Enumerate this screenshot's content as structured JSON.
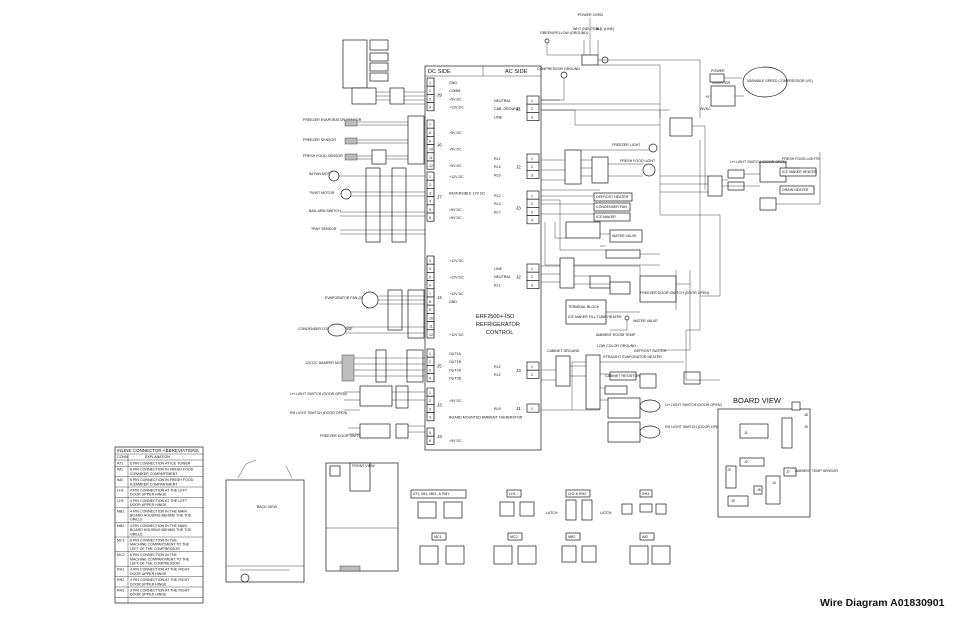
{
  "main_board": {
    "dc_side": "DC SIDE",
    "ac_side": "AC SIDE",
    "control_name": "ERF2500+-ISO",
    "control_sub": "REFRIGERATOR",
    "control_sub2": "CONTROL",
    "dc_pins": [
      {
        "header": "J9",
        "pins": [
          "1",
          "2",
          "3",
          "4"
        ],
        "labels": [
          "GND",
          "COMM",
          "+5V DC",
          "+12V DC"
        ]
      },
      {
        "header": "J6",
        "pins": [
          "7",
          "8",
          "9",
          "10",
          "11",
          "12"
        ],
        "labels": [
          "",
          "+5V DC",
          "",
          "+5V DC",
          "",
          "+5V DC"
        ]
      },
      {
        "header": "J7",
        "pins": [
          "1",
          "2",
          "3",
          "4",
          "5",
          "6"
        ],
        "labels": [
          "+12V DC",
          "",
          "REVERSIBLE 12V DC",
          "",
          "+5V DC",
          "+5V DC"
        ]
      },
      {
        "header": "J4",
        "pins": [
          "3",
          "4",
          "5",
          "6",
          "7",
          "8",
          "9",
          "10",
          "11",
          "12"
        ],
        "labels": [
          "+12V DC",
          "",
          "+12V DC",
          "",
          "+12V DC",
          "GND",
          "",
          "",
          "",
          "+12V DC"
        ]
      },
      {
        "header": "J5",
        "pins": [
          "1",
          "2",
          "3",
          "4"
        ],
        "labels": [
          "OUT1A",
          "OUT1B",
          "OUT2A",
          "OUT2B"
        ]
      },
      {
        "header": "J3",
        "pins": [
          "1",
          "2",
          "3",
          "4"
        ],
        "labels": [
          "",
          "+5V DC",
          "",
          "BOARD MOUNTED AMBIENT THERMISTOR"
        ]
      },
      {
        "header": "J3",
        "pins": [
          "5",
          "6"
        ],
        "labels": [
          "",
          "+5V DC"
        ]
      }
    ],
    "ac_pins": [
      {
        "header": "J1",
        "pins": [
          "1",
          "2",
          "3"
        ],
        "labels": [
          "NEUTRAL",
          "CAB. GROUND",
          "LINE"
        ]
      },
      {
        "header": "J2",
        "pins": [
          "1",
          "2",
          "3"
        ],
        "labels": [
          "RL1",
          "RL4",
          "RL6"
        ]
      },
      {
        "header": "J3",
        "pins": [
          "1",
          "2",
          "3",
          "4"
        ],
        "labels": [
          "RL2",
          "RL3",
          "RL7",
          ""
        ]
      },
      {
        "header": "J2",
        "pins": [
          "1",
          "2",
          "3"
        ],
        "labels": [
          "LINE",
          "NEUTRAL",
          "RL1"
        ]
      },
      {
        "header": "J3",
        "pins": [
          "1",
          "2"
        ],
        "labels": [
          "RL2",
          "RL2"
        ]
      },
      {
        "header": "J1",
        "pins": [
          "1"
        ],
        "labels": [
          "RL5"
        ]
      }
    ]
  },
  "sensors": {
    "freezer_evap": "FREEZER EVAPORATOR SENSOR",
    "freezer": "FREEZER SENSOR",
    "fresh_food": "FRESH FOOD SENSOR",
    "ice_fan": "IM FAN MOTOR",
    "twist_motor": "TWIST MOTOR",
    "bail_arm": "BAIL ARM SWITCH",
    "tray_sensor": "TRAY SENSOR",
    "evap_fan": "EVAPORATOR FAN (DC)",
    "cond_fan": "CONDENSER CONTROL SENSE",
    "damper": "12V DC DAMPER MOTOR",
    "lh_light": "LH LIGHT SWITCH (DOOR OPEN)",
    "rh_light": "RH LIGHT SWITCH (DOOR OPEN)",
    "freezer_door": "FREEZER DOOR SWITCH (DOOR OPEN)"
  },
  "top_area": {
    "power_cord": "POWER CORD",
    "wht": "WHT (NEUTRAL)",
    "blk": "BLK (LINE)",
    "ground": "GREEN/YELLOW (GROUND)",
    "compressor_ground": "COMPRESSOR GROUND",
    "variable_speed": "VARIABLE SPEED COMPRESSOR (VS)",
    "inverter": "INVERTER",
    "power": "POWER",
    "plus5v": "+5 V DC",
    "wvsc": "WVSC"
  },
  "ac_loads": [
    "FREEZER LIGHT",
    "FRESH FOOD LIGHT",
    "DEFROST HEATER",
    "CONDENSER FAN",
    "ICE MAKER",
    "WATER VALVE",
    "LH LIGHT SWITCH (DOOR OPEN)",
    "FRESH FOOD LIGHTS",
    "ICE MAKER HEATER",
    "DRAIN HEATER",
    "FREEZER DOOR SWITCH (DOOR OPEN)",
    "TERMINAL BLOCK",
    "ICE MAKER FILL TUBE HEATER",
    "AMBIENT ROOM TEMP",
    "LOW COLOR GROUND",
    "WATER VALVE",
    "CABINET GROUND",
    "STRAIGHT EVAPORATOR HEATER",
    "DEFROST SWITCH",
    "CABINET RESISTOR",
    "LH LIGHT SWITCH (DOOR OPEN)",
    "RH LIGHT SWITCH (DOOR OPEN)"
  ],
  "board_view": {
    "title": "BOARD VIEW",
    "labels": [
      "J1",
      "J2",
      "J3",
      "J4",
      "J5",
      "J6",
      "J7",
      "J8",
      "J9",
      "AMBIENT TEMP SENSOR"
    ]
  },
  "connector_table": {
    "title": "INLINE CONNECTOR ABBREVIATIONS",
    "header": [
      "CONN.",
      "EXPLANATION"
    ],
    "rows": [
      [
        "AT1",
        "6 PIN CONNECTION AT ICE TOWER"
      ],
      [
        "IM1",
        "6 PIN CONNECTION IN FRESH FOOD ICEMAKER COMPARTMENT"
      ],
      [
        "IM2",
        "6 PIN CONNECTION IN FRESH FOOD ICEMAKER COMPARTMENT"
      ],
      [
        "LH1",
        "4 PIN CONNECTION AT THE LEFT DOOR UPPER HINGE"
      ],
      [
        "LH2",
        "4 PIN CONNECTION AT THE LEFT DOOR UPPER HINGE"
      ],
      [
        "MB1",
        "4 PIN CONNECTION IN THE MAIN BOARD HOUSING BEHIND THE TOE GRILLE"
      ],
      [
        "MB2",
        "4 PIN CONNECTION IN THE MAIN BOARD HOUSING BEHIND THE TOE GRILLE"
      ],
      [
        "MC1",
        "6 PIN CONNECTION IN THE MACHINE COMPARTMENT TO THE LEFT OF THE COMPRESSOR"
      ],
      [
        "MC2",
        "6 PIN CONNECTION IN THE MACHINE COMPARTMENT TO THE LEFT OF THE COMPRESSOR"
      ],
      [
        "RH1",
        "4 PIN CONNECTION AT THE RIGHT DOOR UPPER HINGE"
      ],
      [
        "RH2",
        "4 PIN CONNECTION AT THE RIGHT DOOR UPPER HINGE"
      ],
      [
        "RH3",
        "3 PIN CONNECTION AT THE RIGHT DOOR UPPER HINGE"
      ]
    ]
  },
  "connector_views": {
    "group1": "AT1, IM1, MB1, & RH1",
    "group2": "LH1",
    "group3": "LH2 & RH2",
    "group4": "RH3",
    "mc1": "MC1",
    "mc2": "MC2",
    "mb2": "MB2",
    "latch": "LATCH",
    "im2": "IM2"
  },
  "cabinet_views": {
    "back_view": "BACK VIEW",
    "front_view": "FRONT VIEW"
  },
  "footer": {
    "title": "Wire Diagram A01830901"
  }
}
